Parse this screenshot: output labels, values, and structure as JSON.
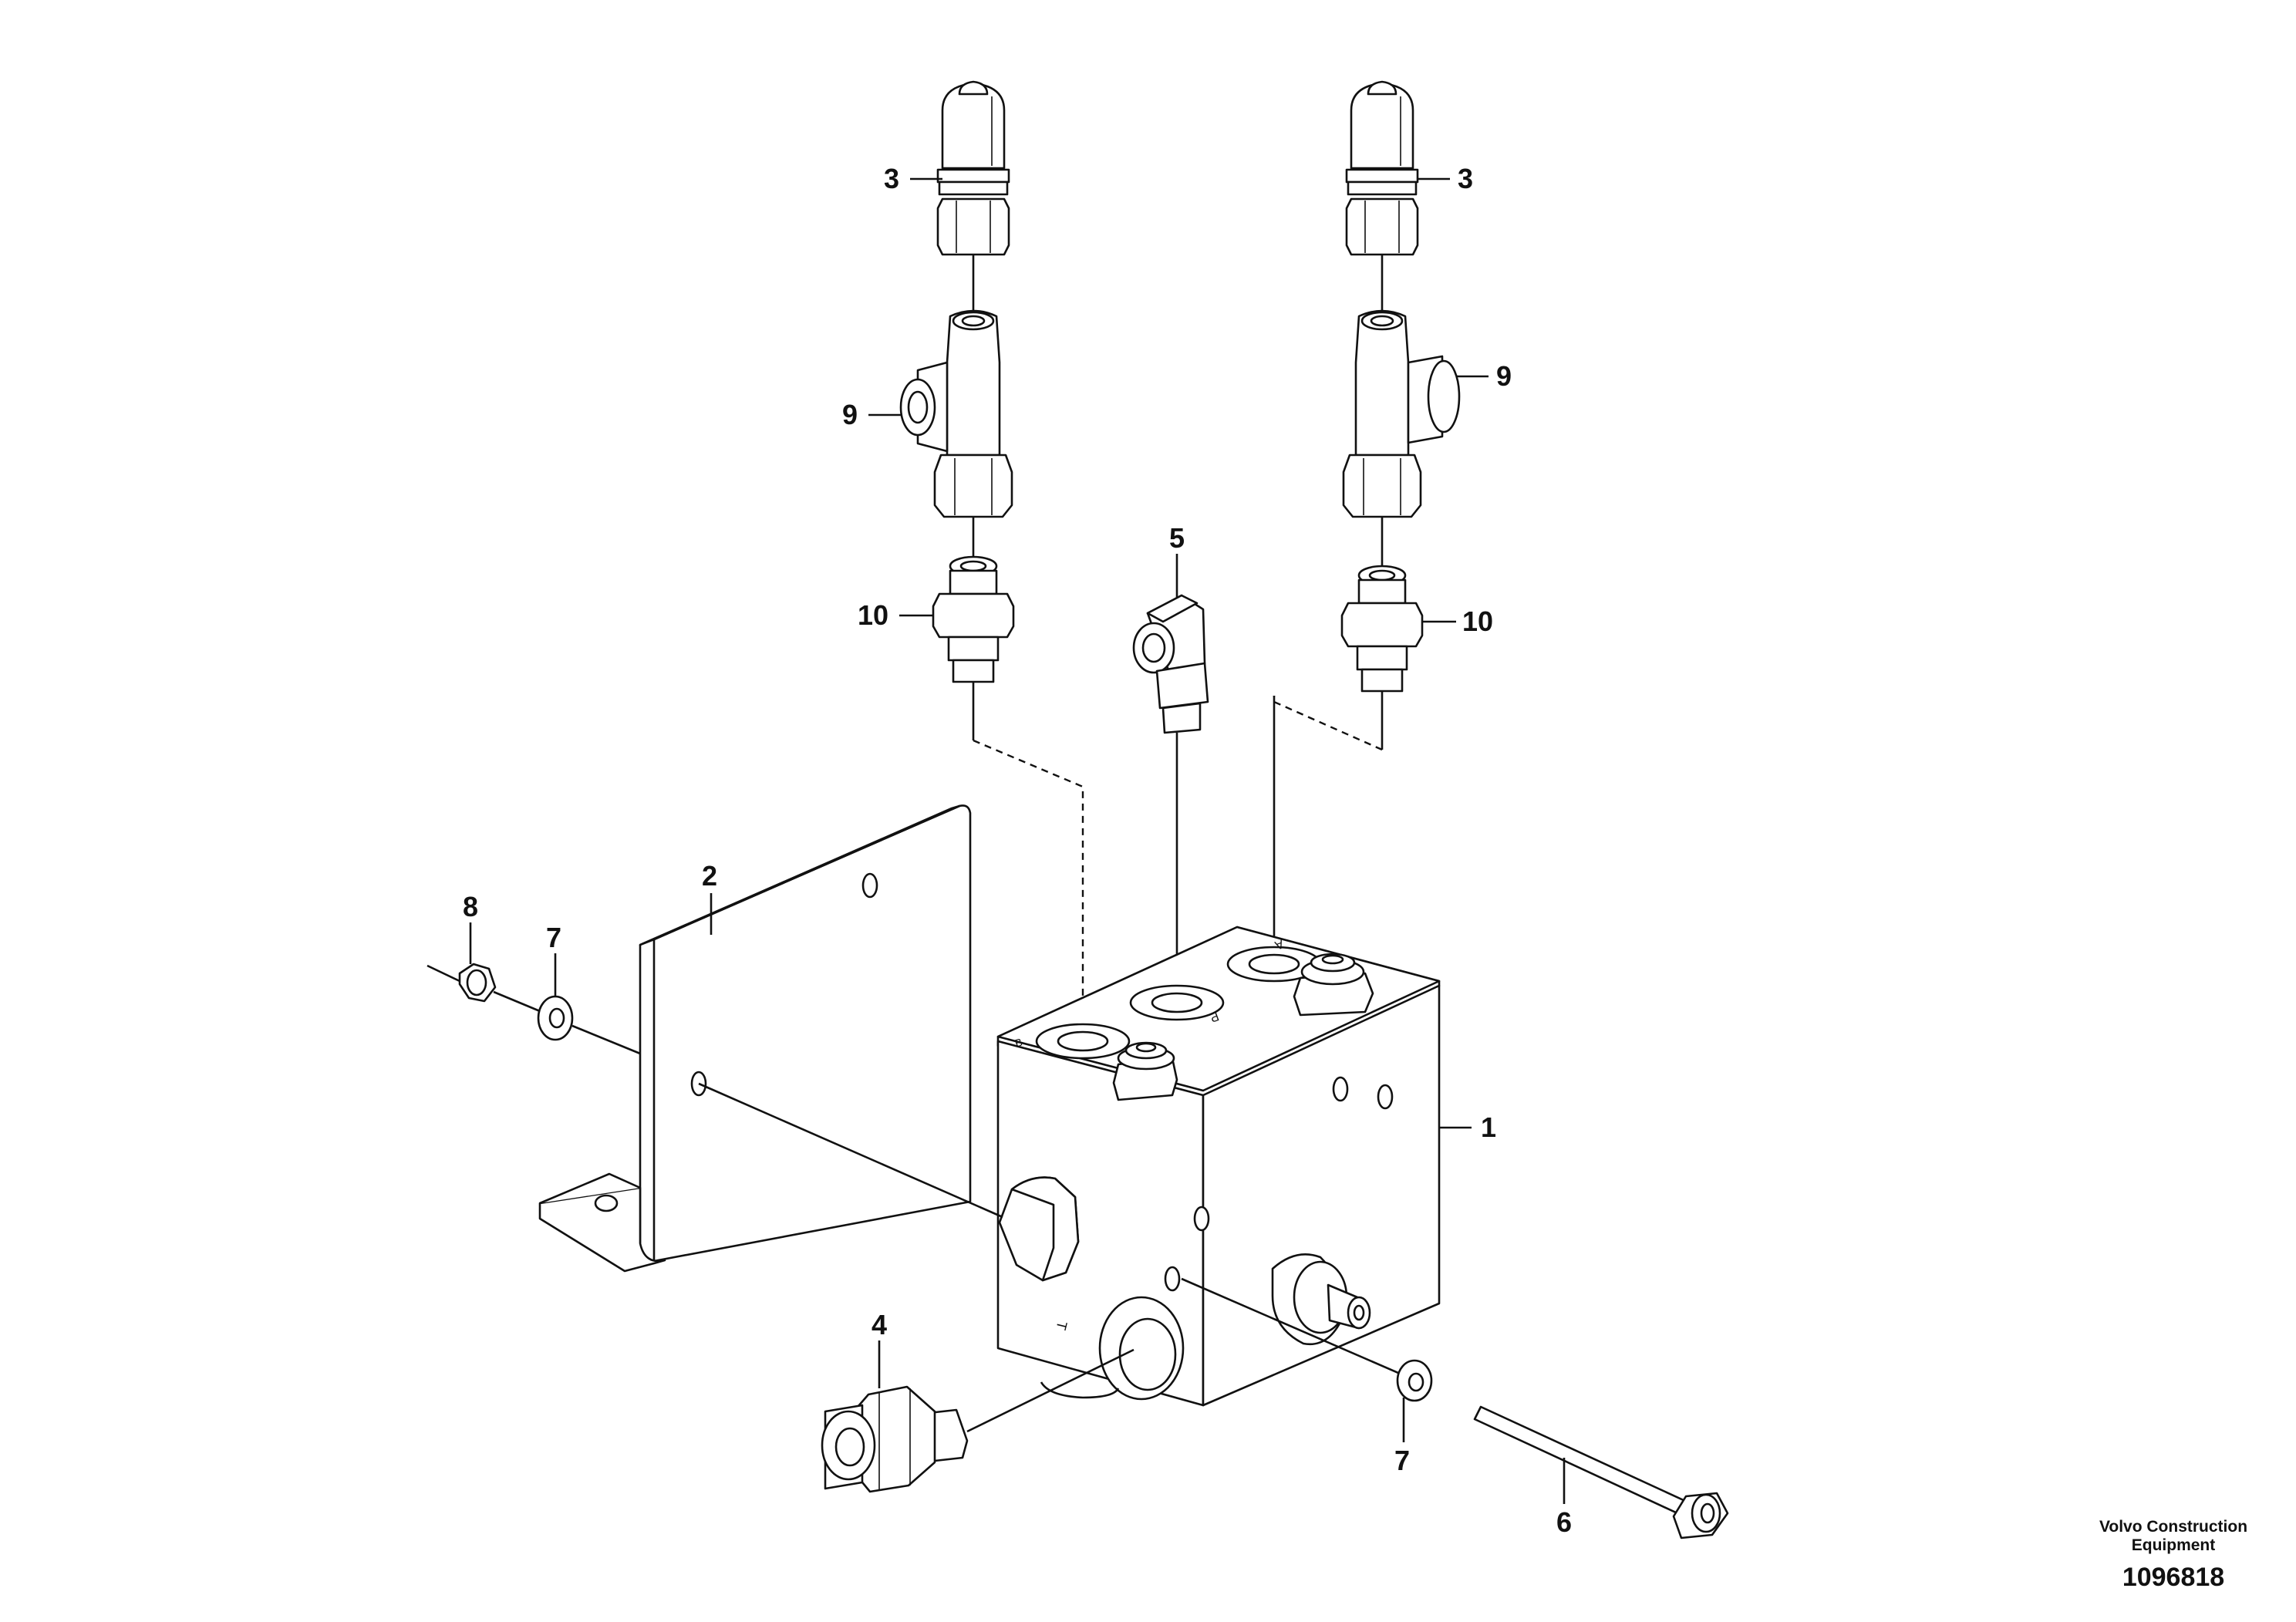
{
  "callouts": [
    {
      "id": "1",
      "label": "1"
    },
    {
      "id": "2",
      "label": "2"
    },
    {
      "id": "3a",
      "label": "3"
    },
    {
      "id": "3b",
      "label": "3"
    },
    {
      "id": "4",
      "label": "4"
    },
    {
      "id": "5",
      "label": "5"
    },
    {
      "id": "6",
      "label": "6"
    },
    {
      "id": "7a",
      "label": "7"
    },
    {
      "id": "7b",
      "label": "7"
    },
    {
      "id": "8",
      "label": "8"
    },
    {
      "id": "9a",
      "label": "9"
    },
    {
      "id": "9b",
      "label": "9"
    },
    {
      "id": "10a",
      "label": "10"
    },
    {
      "id": "10b",
      "label": "10"
    }
  ],
  "port_markings": {
    "t": "T",
    "a": "A",
    "b": "B",
    "p": "P"
  },
  "footer": {
    "brand_line1": "Volvo Construction",
    "brand_line2": "Equipment",
    "doc_number": "1096818"
  }
}
